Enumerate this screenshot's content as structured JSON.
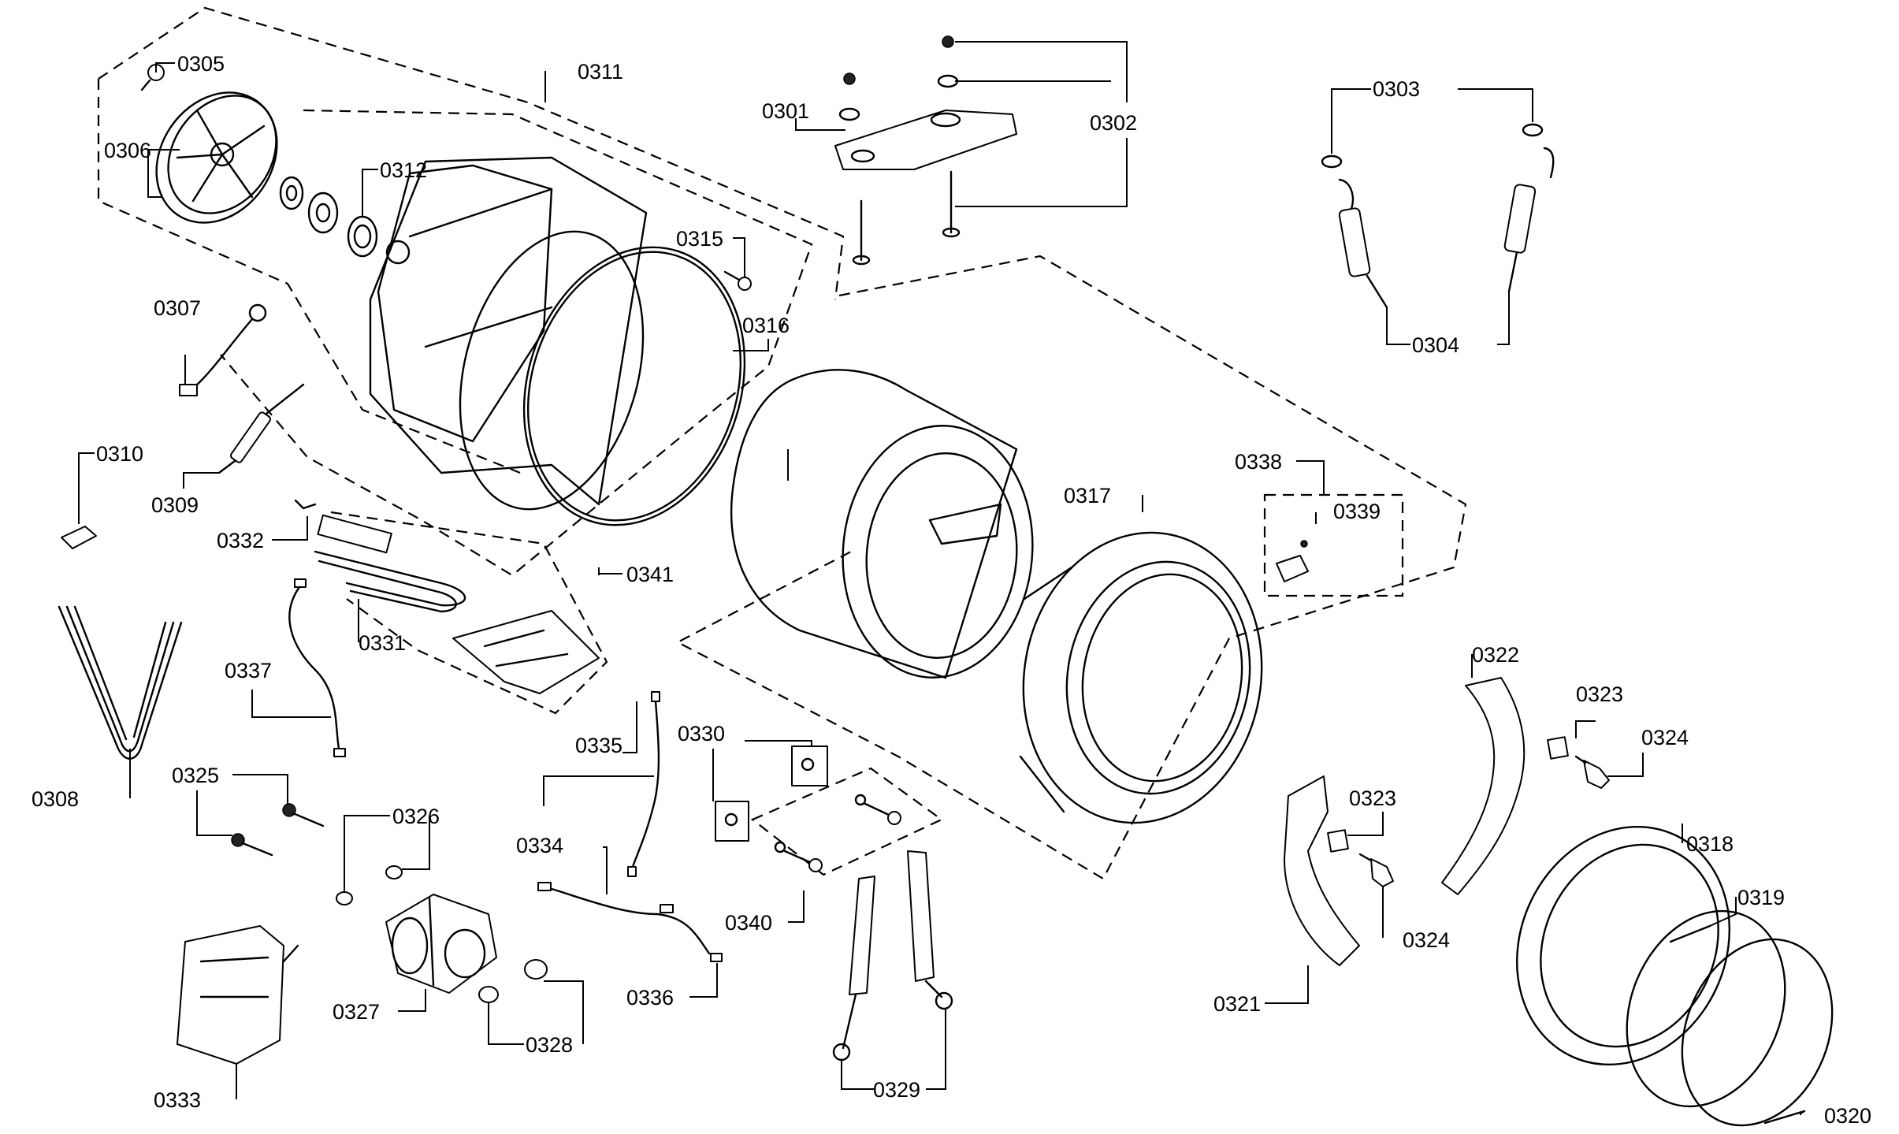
{
  "diagram": {
    "parts": [
      {
        "id": "p0301",
        "number": "0301"
      },
      {
        "id": "p0302",
        "number": "0302"
      },
      {
        "id": "p0303",
        "number": "0303"
      },
      {
        "id": "p0304",
        "number": "0304"
      },
      {
        "id": "p0305",
        "number": "0305"
      },
      {
        "id": "p0306",
        "number": "0306"
      },
      {
        "id": "p0307",
        "number": "0307"
      },
      {
        "id": "p0308",
        "number": "0308"
      },
      {
        "id": "p0309",
        "number": "0309"
      },
      {
        "id": "p0310",
        "number": "0310"
      },
      {
        "id": "p0311",
        "number": "0311"
      },
      {
        "id": "p0312",
        "number": "0312"
      },
      {
        "id": "p0315",
        "number": "0315"
      },
      {
        "id": "p0316",
        "number": "0316"
      },
      {
        "id": "p0317",
        "number": "0317"
      },
      {
        "id": "p0318",
        "number": "0318"
      },
      {
        "id": "p0319",
        "number": "0319"
      },
      {
        "id": "p0320",
        "number": "0320"
      },
      {
        "id": "p0321",
        "number": "0321"
      },
      {
        "id": "p0322",
        "number": "0322"
      },
      {
        "id": "p0323a",
        "number": "0323"
      },
      {
        "id": "p0323b",
        "number": "0323"
      },
      {
        "id": "p0324a",
        "number": "0324"
      },
      {
        "id": "p0324b",
        "number": "0324"
      },
      {
        "id": "p0325",
        "number": "0325"
      },
      {
        "id": "p0326",
        "number": "0326"
      },
      {
        "id": "p0327",
        "number": "0327"
      },
      {
        "id": "p0328",
        "number": "0328"
      },
      {
        "id": "p0329",
        "number": "0329"
      },
      {
        "id": "p0330",
        "number": "0330"
      },
      {
        "id": "p0331",
        "number": "0331"
      },
      {
        "id": "p0332",
        "number": "0332"
      },
      {
        "id": "p0333",
        "number": "0333"
      },
      {
        "id": "p0334",
        "number": "0334"
      },
      {
        "id": "p0335",
        "number": "0335"
      },
      {
        "id": "p0336",
        "number": "0336"
      },
      {
        "id": "p0337",
        "number": "0337"
      },
      {
        "id": "p0338",
        "number": "0338"
      },
      {
        "id": "p0339",
        "number": "0339"
      },
      {
        "id": "p0340",
        "number": "0340"
      },
      {
        "id": "p0341",
        "number": "0341"
      }
    ]
  }
}
